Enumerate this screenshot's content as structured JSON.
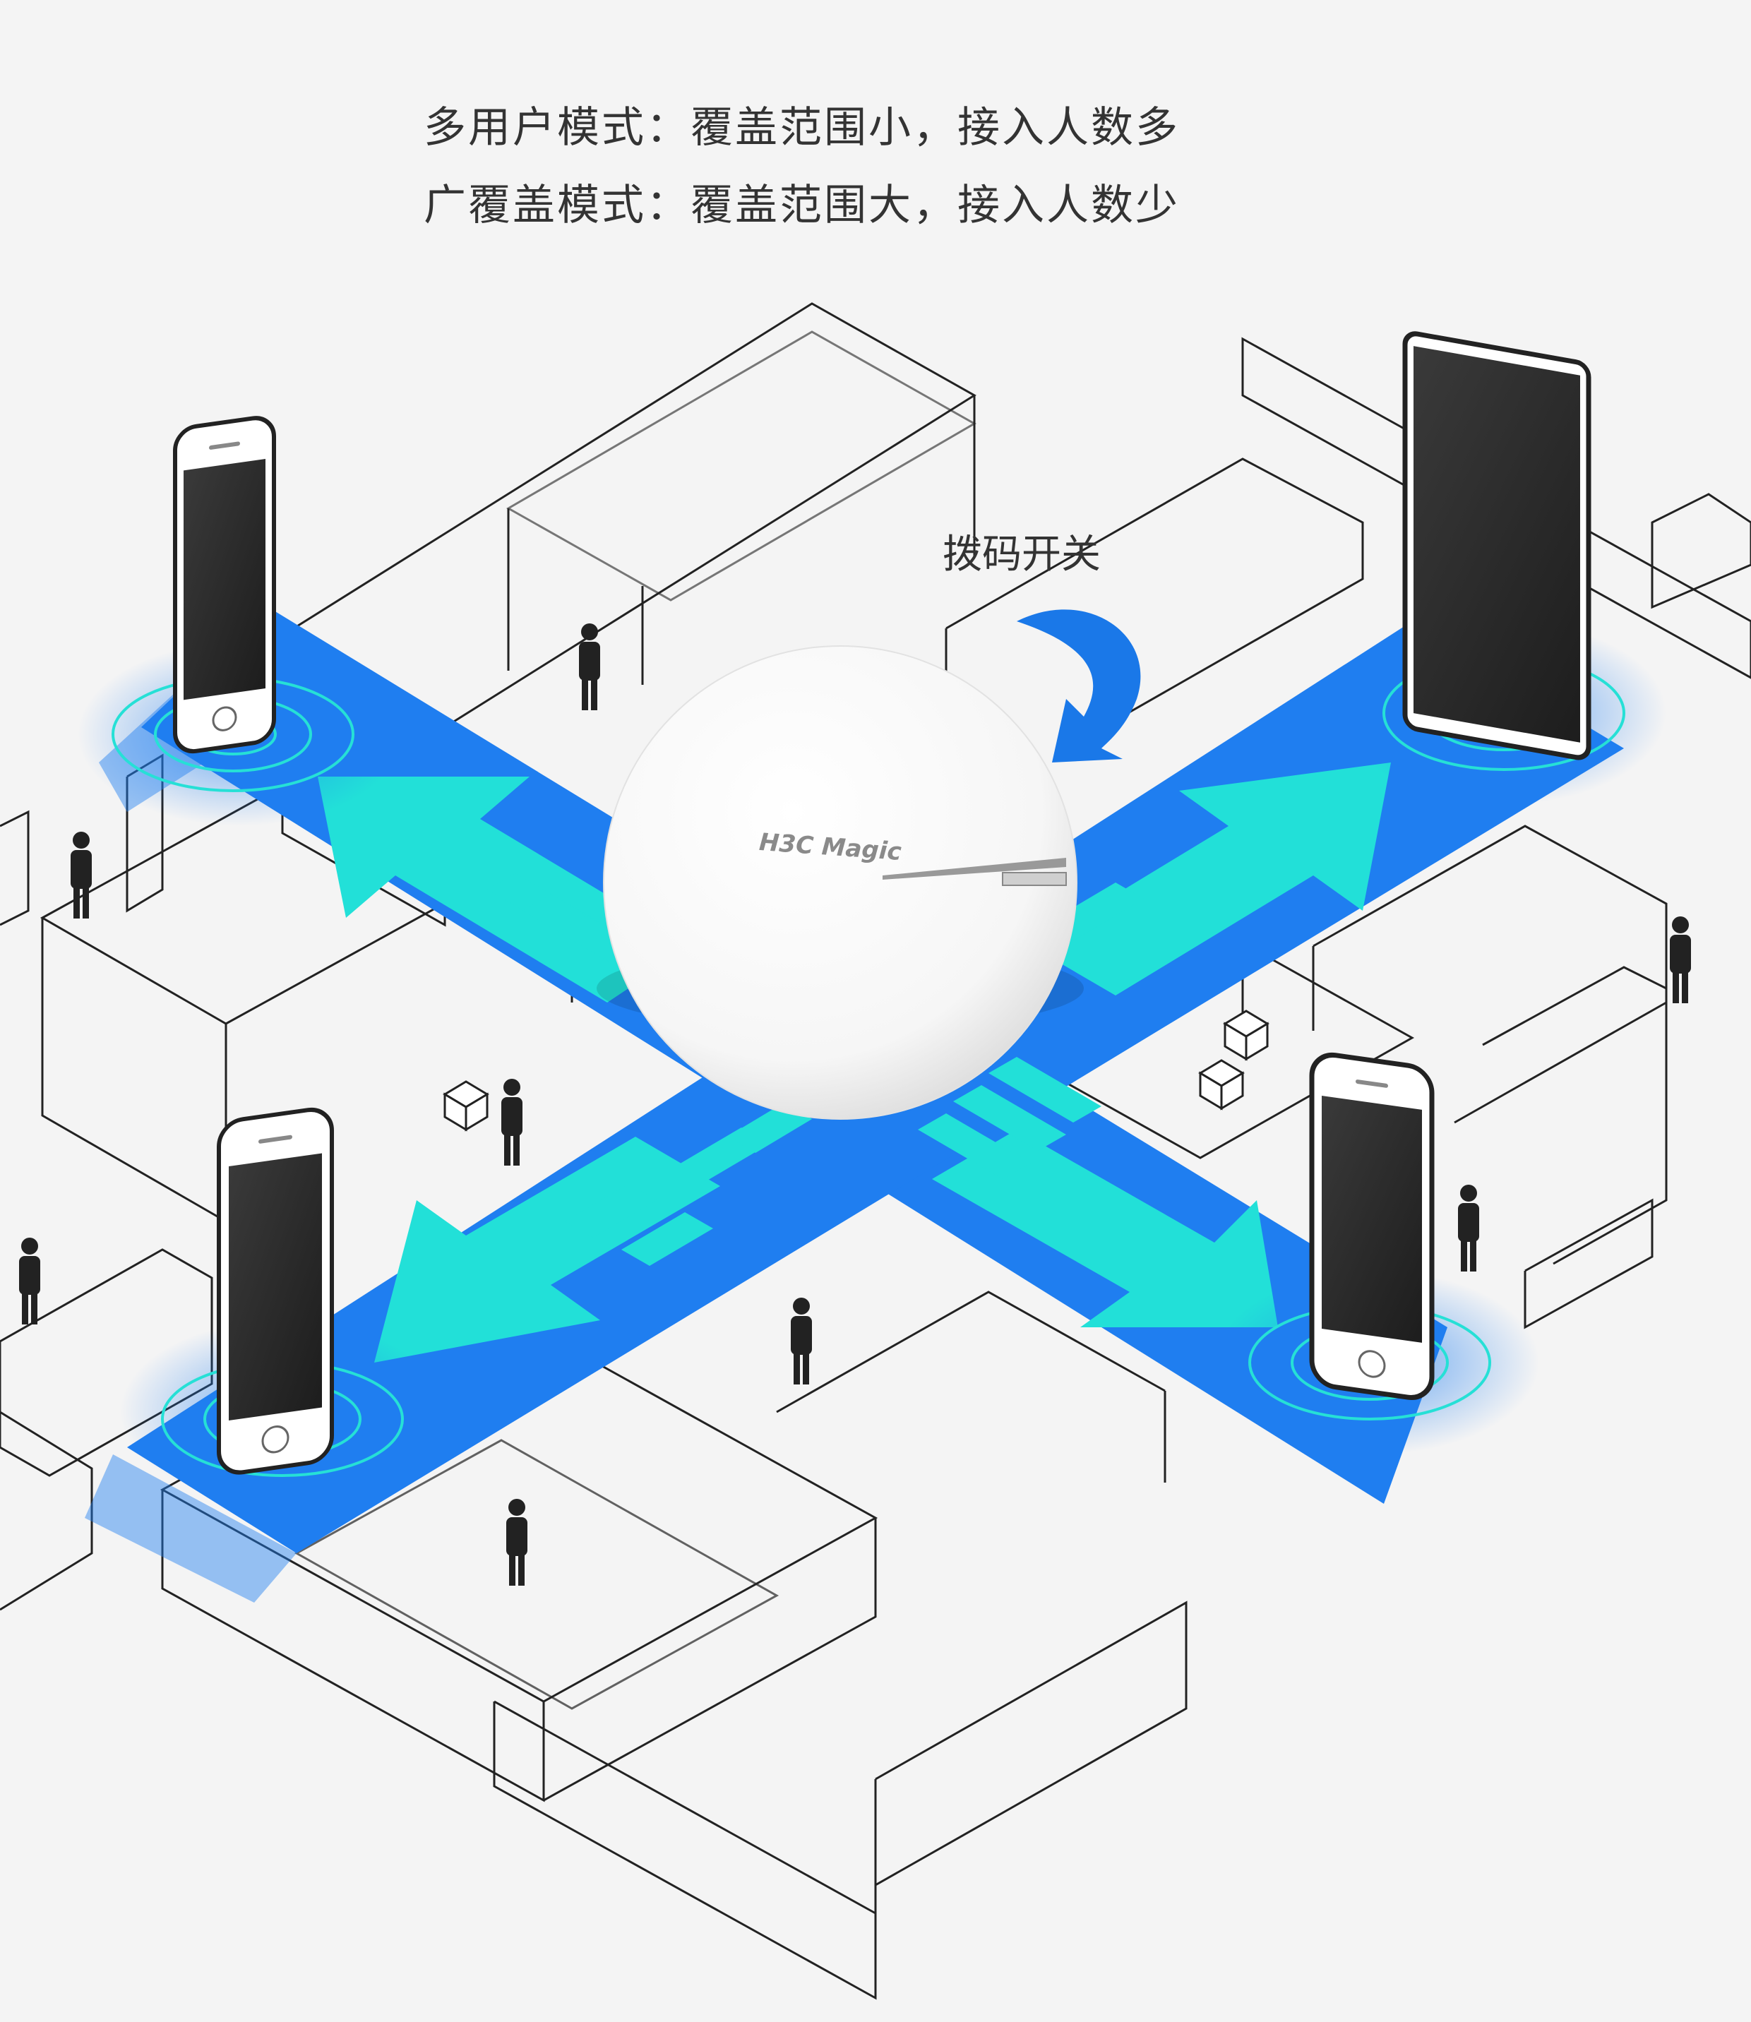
{
  "captions": {
    "multi_user_mode": "多用户模式：覆盖范围小，接入人数多",
    "wide_coverage_mode": "广覆盖模式：覆盖范围大，接入人数少"
  },
  "callout": {
    "dip_switch_label": "拨码开关"
  },
  "device": {
    "brand_text": "H3C Magic"
  },
  "colors": {
    "road_blue": "#1f7ef0",
    "arrow_cyan": "#22e0d8",
    "callout_arrow": "#1a78e8",
    "line_gray": "#222222"
  }
}
